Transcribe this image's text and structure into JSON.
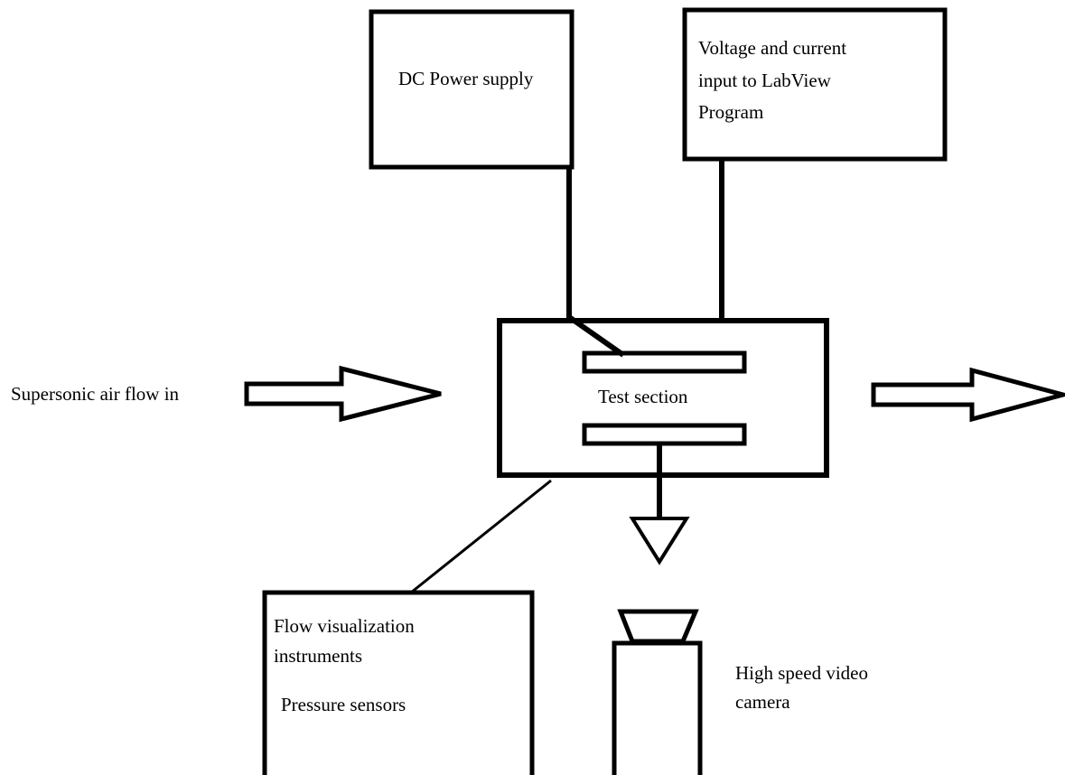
{
  "diagram": {
    "power_supply_label": "DC Power supply",
    "labview_label_line1": "Voltage and current",
    "labview_label_line2": "input to LabView",
    "labview_label_line3": "Program",
    "inlet_label": "Supersonic air flow in",
    "test_section_label": "Test section",
    "flow_vis_label_line1": "Flow visualization",
    "flow_vis_label_line2": "instruments",
    "pressure_label": "Pressure sensors",
    "camera_label_line1": "High speed video",
    "camera_label_line2": "camera"
  },
  "colors": {
    "stroke": "#000000",
    "background": "#ffffff"
  }
}
